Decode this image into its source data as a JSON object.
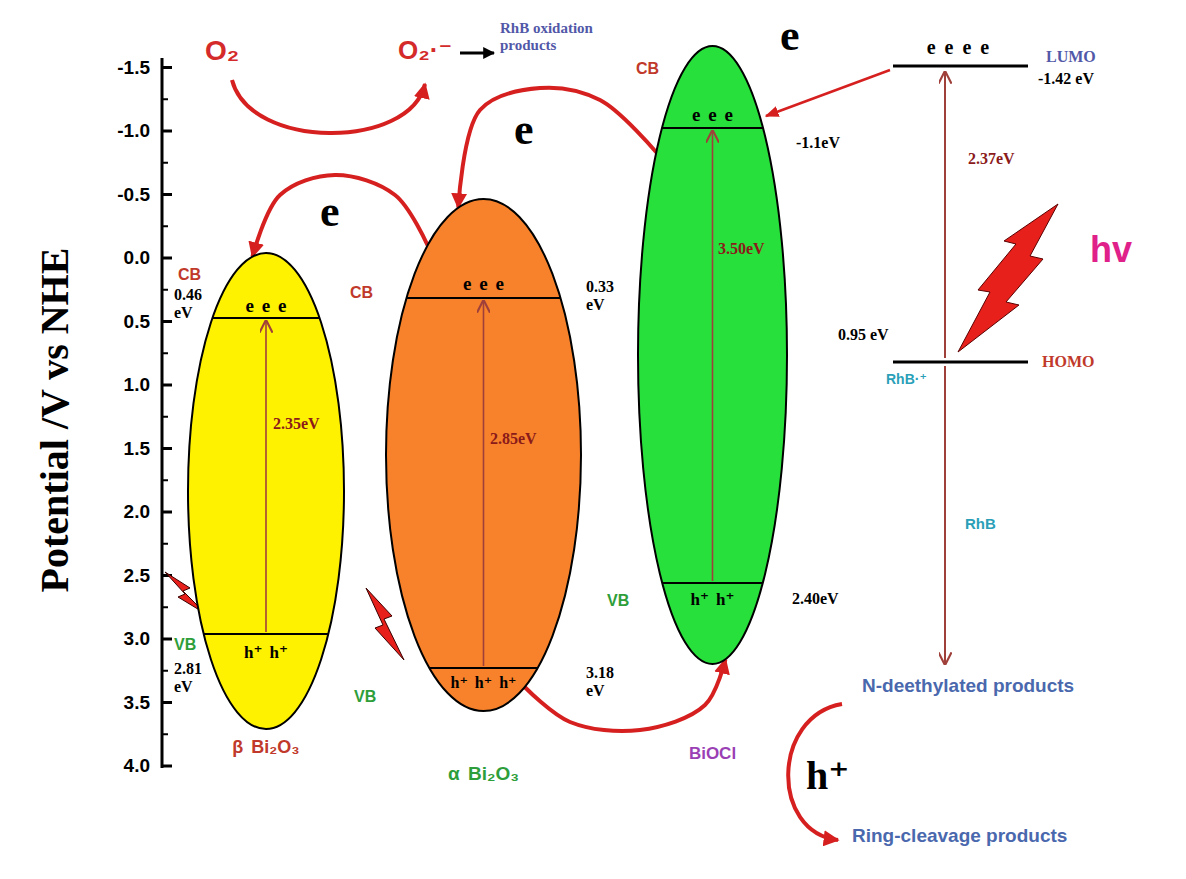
{
  "diagram": {
    "nodes": [
      {
        "text": [
          "e e e",
          "2.35eV",
          "h⁺ h⁺",
          "β Bi₂O₃"
        ]
      },
      {
        "text": [
          "e e e",
          "2.85eV",
          "h⁺ h⁺ h⁺",
          "α Bi₂O₃"
        ]
      },
      {
        "text": [
          "e e e",
          "3.50eV",
          "h⁺ h⁺",
          "BiOCl"
        ]
      }
    ],
    "edges": [
      {
        "from": 2,
        "to": 1,
        "arrow": "to"
      },
      {
        "from": 1,
        "to": 0,
        "arrow": "to"
      },
      {
        "from": 1,
        "to": 2,
        "arrow": "to"
      }
    ],
    "labels": [
      "-1.5",
      "-1.0",
      "-0.5",
      "0.0",
      "0.5",
      "1.0",
      "1.5",
      "2.0",
      "2.5",
      "3.0",
      "3.5",
      "4.0",
      "Potential /V vs NHE",
      "O₂",
      "O₂·⁻",
      "RhB oxidation products",
      "e",
      "e",
      "CB",
      "0.46 eV",
      "VB",
      "2.81 eV",
      "CB",
      "0.33 eV",
      "VB",
      "3.18 eV",
      "CB",
      "-1.1eV",
      "VB",
      "2.40eV",
      "e",
      "e e e e",
      "LUMO",
      "-1.42 eV",
      "2.37eV",
      "hv",
      "0.95 eV",
      "HOMO",
      "RhB·⁺",
      "RhB",
      "N-deethylated products",
      "h⁺",
      "Ring-cleavage products"
    ]
  }
}
